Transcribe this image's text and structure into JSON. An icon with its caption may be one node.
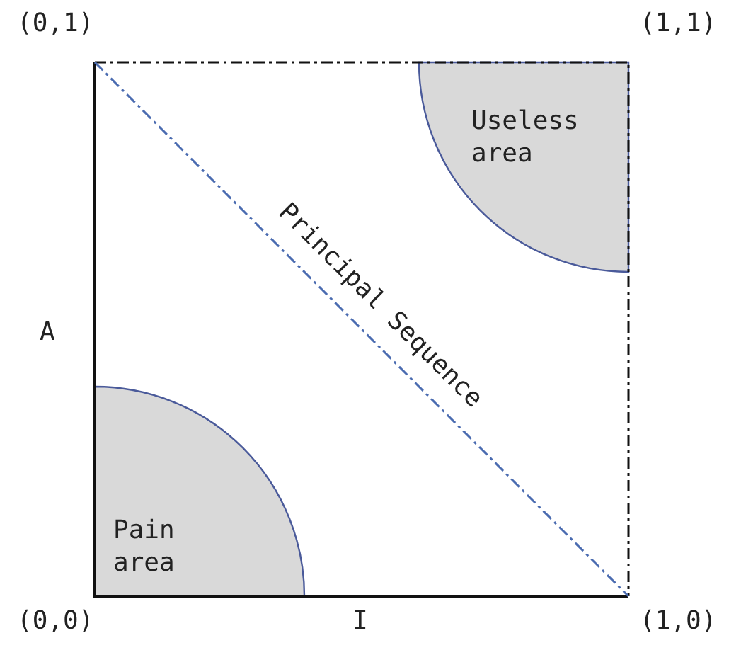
{
  "diagram": {
    "nodes": [
      {
        "text": [
          "Pain area"
        ]
      },
      {
        "text": [
          "Useless area"
        ]
      }
    ],
    "labels": [
      "(0,1)",
      "(1,1)",
      "A",
      "Principal Sequence",
      "(0,0)",
      "I",
      "(1,0)"
    ]
  }
}
